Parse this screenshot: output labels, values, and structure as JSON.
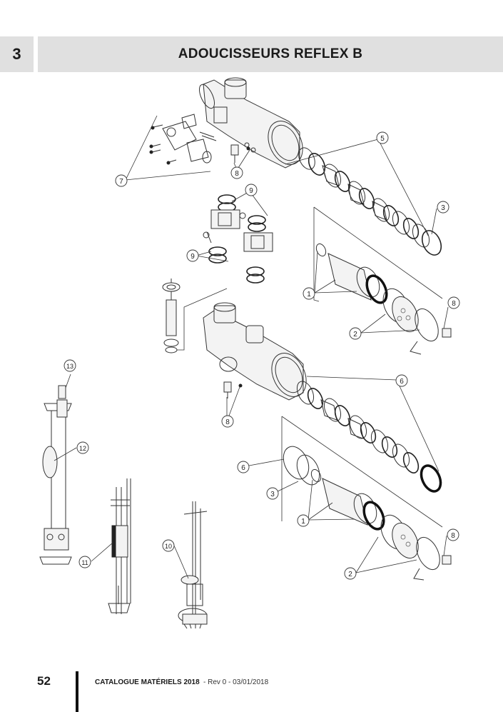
{
  "header": {
    "section_number": "3",
    "title": "ADOUCISSEURS REFLEX B"
  },
  "callouts": [
    "1",
    "2",
    "3",
    "5",
    "6",
    "7",
    "8",
    "9",
    "10",
    "11",
    "12",
    "13"
  ],
  "footer": {
    "page_number": "52",
    "catalogue": "CATALOGUE MATÉRIELS 2018",
    "revision": "- Rev 0 - 03/01/2018"
  }
}
